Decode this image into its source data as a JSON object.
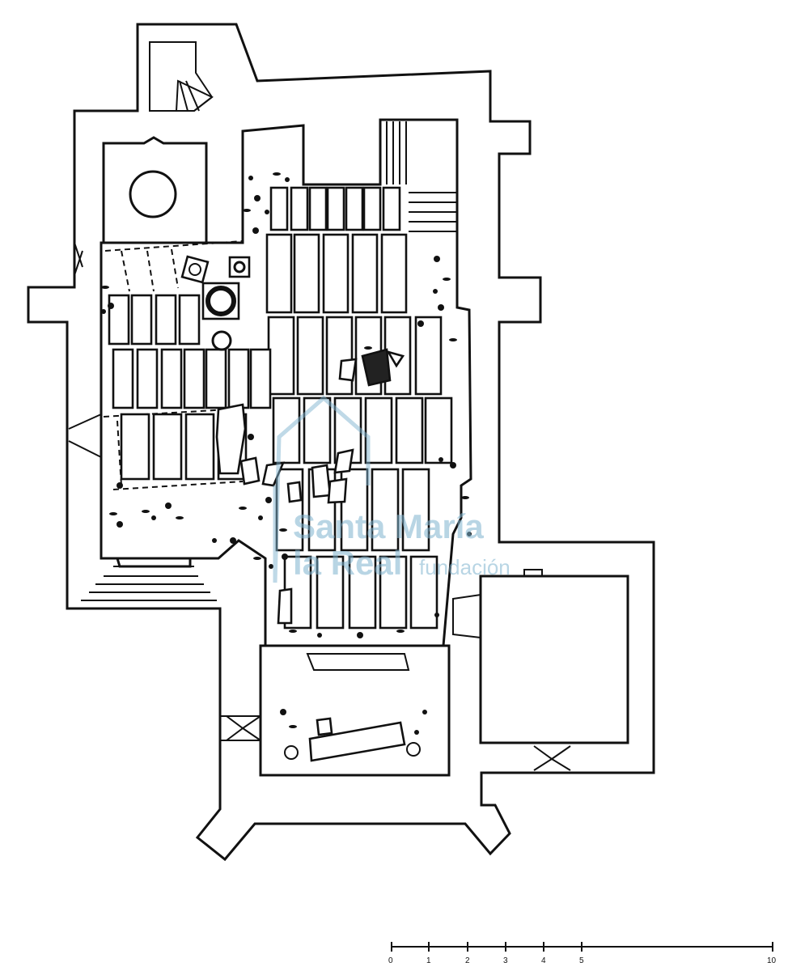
{
  "watermark": {
    "line1": "Santa María",
    "line2": "la Real",
    "line3": "fundación",
    "color": "#7fb3cf"
  },
  "scale_bar": {
    "labels": [
      "0",
      "1",
      "2",
      "3",
      "4",
      "5",
      "10"
    ]
  },
  "colors": {
    "ink": "#111111",
    "paper": "#ffffff"
  }
}
